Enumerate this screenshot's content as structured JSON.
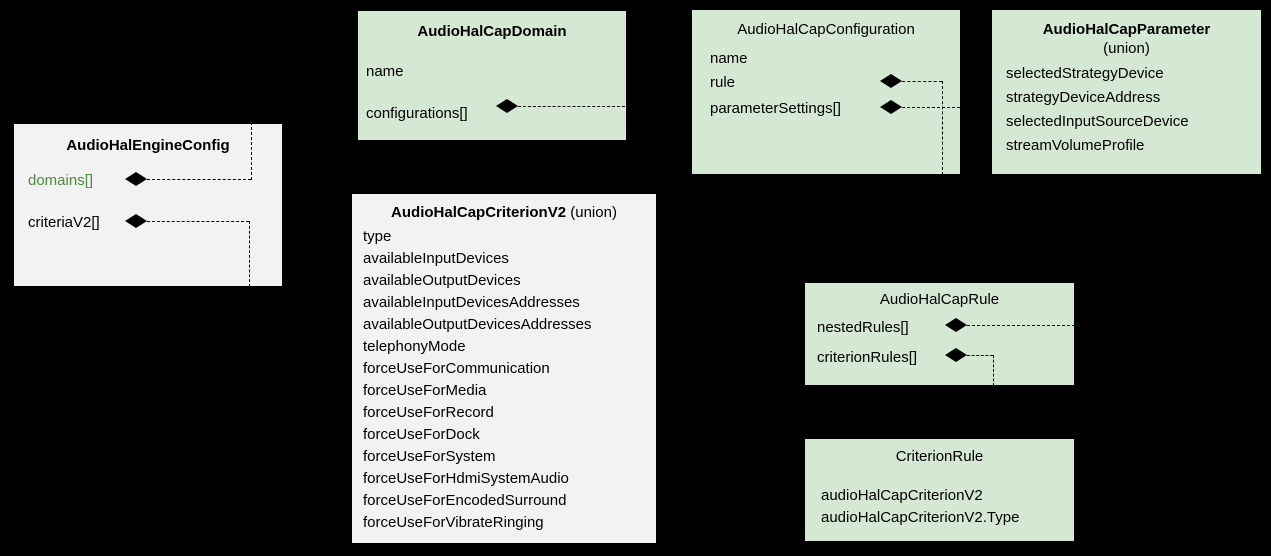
{
  "diagram": {
    "background_color": "#000000",
    "box_fill_green": "#d5e8d4",
    "box_fill_grey": "#f2f2f2",
    "accent_green_text": "#4b8b3b",
    "line_color": "#000000"
  },
  "boxes": {
    "engine_config": {
      "title": "AudioHalEngineConfig",
      "title_suffix": "",
      "attributes": [
        {
          "label": "domains[]",
          "colored": true
        },
        {
          "label": "criteriaV2[]",
          "colored": false
        }
      ]
    },
    "cap_domain": {
      "title": "AudioHalCapDomain",
      "title_suffix": "",
      "attributes": [
        {
          "label": "name",
          "colored": false
        },
        {
          "label": "configurations[]",
          "colored": false
        }
      ]
    },
    "cap_configuration": {
      "title": "AudioHalCapConfiguration",
      "title_suffix": "",
      "attributes": [
        {
          "label": "name",
          "colored": false
        },
        {
          "label": "rule",
          "colored": false
        },
        {
          "label": "parameterSettings[]",
          "colored": false
        }
      ]
    },
    "cap_parameter": {
      "title": "AudioHalCapParameter",
      "title_suffix": "(union)",
      "attributes": [
        {
          "label": "selectedStrategyDevice",
          "colored": false
        },
        {
          "label": "strategyDeviceAddress",
          "colored": false
        },
        {
          "label": "selectedInputSourceDevice",
          "colored": false
        },
        {
          "label": "streamVolumeProfile",
          "colored": false
        }
      ]
    },
    "cap_criterion_v2": {
      "title": "AudioHalCapCriterionV2",
      "title_suffix": "(union)",
      "attributes": [
        {
          "label": "type",
          "colored": false
        },
        {
          "label": "availableInputDevices",
          "colored": false
        },
        {
          "label": "availableOutputDevices",
          "colored": false
        },
        {
          "label": "availableInputDevicesAddresses",
          "colored": false
        },
        {
          "label": "availableOutputDevicesAddresses",
          "colored": false
        },
        {
          "label": "telephonyMode",
          "colored": false
        },
        {
          "label": "forceUseForCommunication",
          "colored": false
        },
        {
          "label": "forceUseForMedia",
          "colored": false
        },
        {
          "label": "forceUseForRecord",
          "colored": false
        },
        {
          "label": "forceUseForDock",
          "colored": false
        },
        {
          "label": "forceUseForSystem",
          "colored": false
        },
        {
          "label": "forceUseForHdmiSystemAudio",
          "colored": false
        },
        {
          "label": "forceUseForEncodedSurround",
          "colored": false
        },
        {
          "label": "forceUseForVibrateRinging",
          "colored": false
        }
      ]
    },
    "cap_rule": {
      "title": "AudioHalCapRule",
      "title_suffix": "",
      "attributes": [
        {
          "label": "nestedRules[]",
          "colored": false
        },
        {
          "label": "criterionRules[]",
          "colored": false
        }
      ]
    },
    "criterion_rule": {
      "title": "CriterionRule",
      "title_suffix": "",
      "attributes": [
        {
          "label": "audioHalCapCriterionV2",
          "colored": false
        },
        {
          "label": "audioHalCapCriterionV2.Type",
          "colored": false
        }
      ]
    }
  }
}
